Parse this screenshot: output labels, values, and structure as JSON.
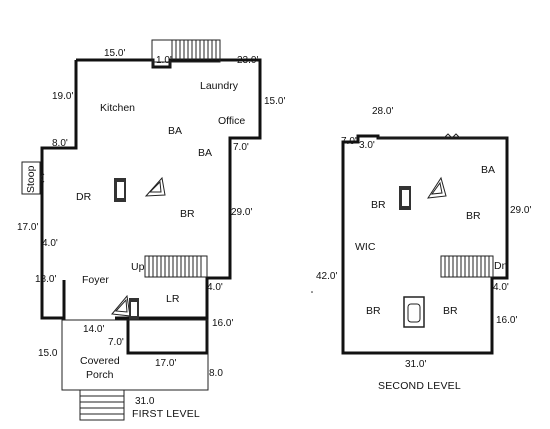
{
  "first_level": {
    "title": "FIRST LEVEL",
    "rooms": {
      "kitchen": "Kitchen",
      "laundry": "Laundry",
      "office": "Office",
      "ba1": "BA",
      "ba2": "BA",
      "dr": "DR",
      "br": "BR",
      "foyer": "Foyer",
      "lr": "LR",
      "up": "Up",
      "stoop": "Stoop",
      "covered": "Covered",
      "porch": "Porch"
    },
    "dims": {
      "top_left": "15.0'",
      "top_mid": "1.0'",
      "top_right": "23.0'",
      "left_upper": "19.0'",
      "right_upper": "15.0'",
      "left_jog": "8.0'",
      "right_jog": "7.0'",
      "left_mid": "17.0'",
      "right_mid": "29.0'",
      "left_small": "4.0'",
      "left_lower": "18.0'",
      "right_step": "4.0'",
      "right_lower": "16.0'",
      "porch_top": "14.0'",
      "porch_step": "7.0'",
      "porch_side": "15.0",
      "bottom": "17.0'",
      "porch_right": "8.0",
      "porch_bottom": "31.0"
    }
  },
  "second_level": {
    "title": "SECOND LEVEL",
    "rooms": {
      "ba": "BA",
      "br1": "BR",
      "br2": "BR",
      "wic": "WIC",
      "br3": "BR",
      "br4": "BR",
      "dn": "Dn"
    },
    "dims": {
      "top_total": "28.0'",
      "top_left": "7.0'",
      "top_jog": "3.0'",
      "right_upper": "29.0'",
      "left": "42.0'",
      "right_step": "4.0'",
      "right_lower": "16.0'",
      "bottom": "31.0'"
    }
  }
}
